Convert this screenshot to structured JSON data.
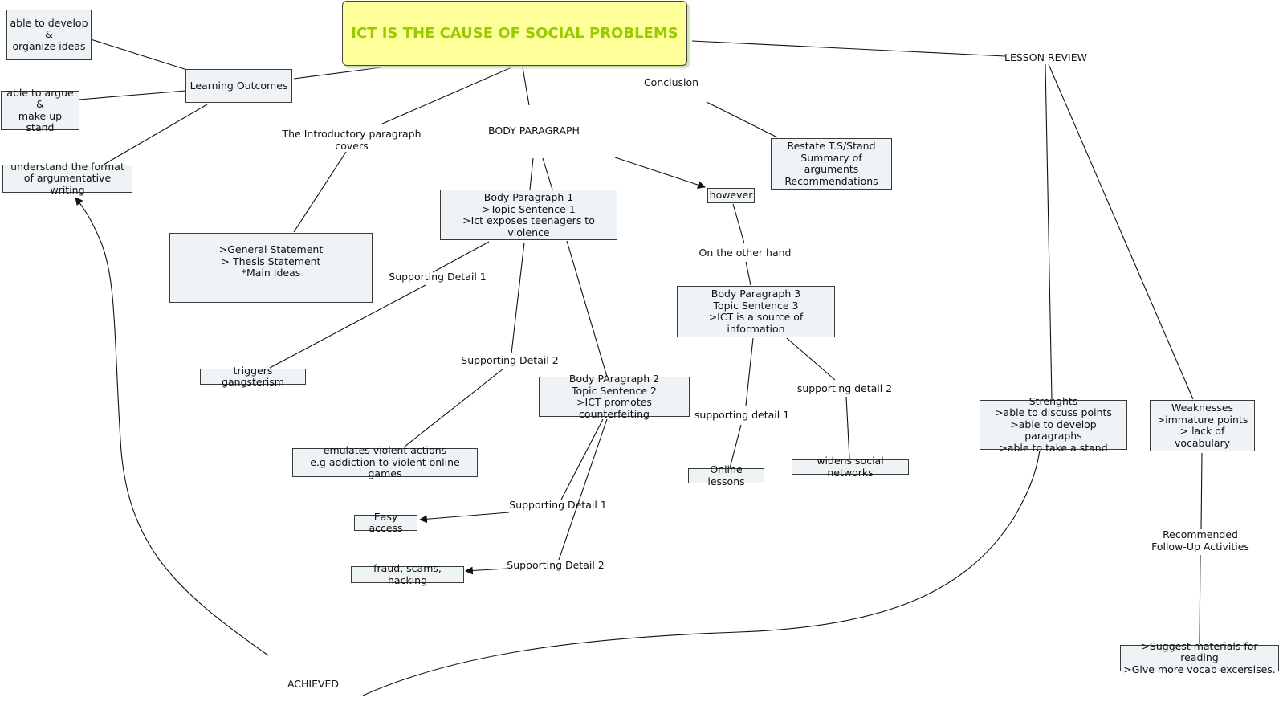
{
  "root": "ICT IS THE CAUSE OF SOCIAL PROBLEMS",
  "nodes": {
    "develop_organize": "able to develop\n&\norganize ideas",
    "learning_outcomes": "Learning Outcomes",
    "argue_stand": "able to argue\n&\nmake up stand",
    "understand_format": "understand the format\nof argumentative writing",
    "intro_contents": ">General Statement\n> Thesis Statement\n*Main Ideas",
    "body_paragraph_1": "Body Paragraph 1\n>Topic Sentence 1\n>Ict exposes teenagers to violence",
    "triggers_gangsterism": "triggers gangsterism",
    "emulates_violent": "emulates violent actions\ne.g addiction to violent online games",
    "body_paragraph_2": "Body PAragraph 2\nTopic Sentence 2\n>ICT promotes counterfeiting",
    "easy_access": "Easy access",
    "fraud_scams": "fraud, scams, hacking",
    "restate": "Restate T.S/Stand\nSummary of arguments\nRecommendations",
    "however": "however",
    "body_paragraph_3": "Body Paragraph 3\nTopic Sentence 3\n>ICT is a source of information",
    "online_lessons": "Online lessons",
    "social_networks": "widens social networks",
    "strengths": "Strenghts\n>able to discuss points\n>able to develop paragraphs\n>able to take a stand",
    "weaknesses": "Weaknesses\n>immature points\n> lack of vocabulary",
    "suggestions": ">Suggest materials for reading\n>Give more vocab excersises."
  },
  "labels": {
    "intro_covers": "The Introductory paragraph\ncovers",
    "body_paragraph": "BODY PARAGRAPH",
    "conclusion": "Conclusion",
    "lesson_review": "LESSON REVIEW",
    "bp1_detail_1": "Supporting Detail 1",
    "bp1_detail_2": "Supporting Detail 2",
    "bp2_detail_1": "Supporting Detail 1",
    "bp2_detail_2": "Supporting Detail 2",
    "other_hand": "On the other hand",
    "bp3_detail_1": "supporting detail 1",
    "bp3_detail_2": "supporting detail 2",
    "recommended": "Recommended\nFollow-Up Activities",
    "achieved": "ACHIEVED"
  },
  "colors": {
    "root_fill": "#ffff99",
    "root_text": "#99cc00",
    "node_fill": "#eef3f5",
    "line": "#111111"
  }
}
